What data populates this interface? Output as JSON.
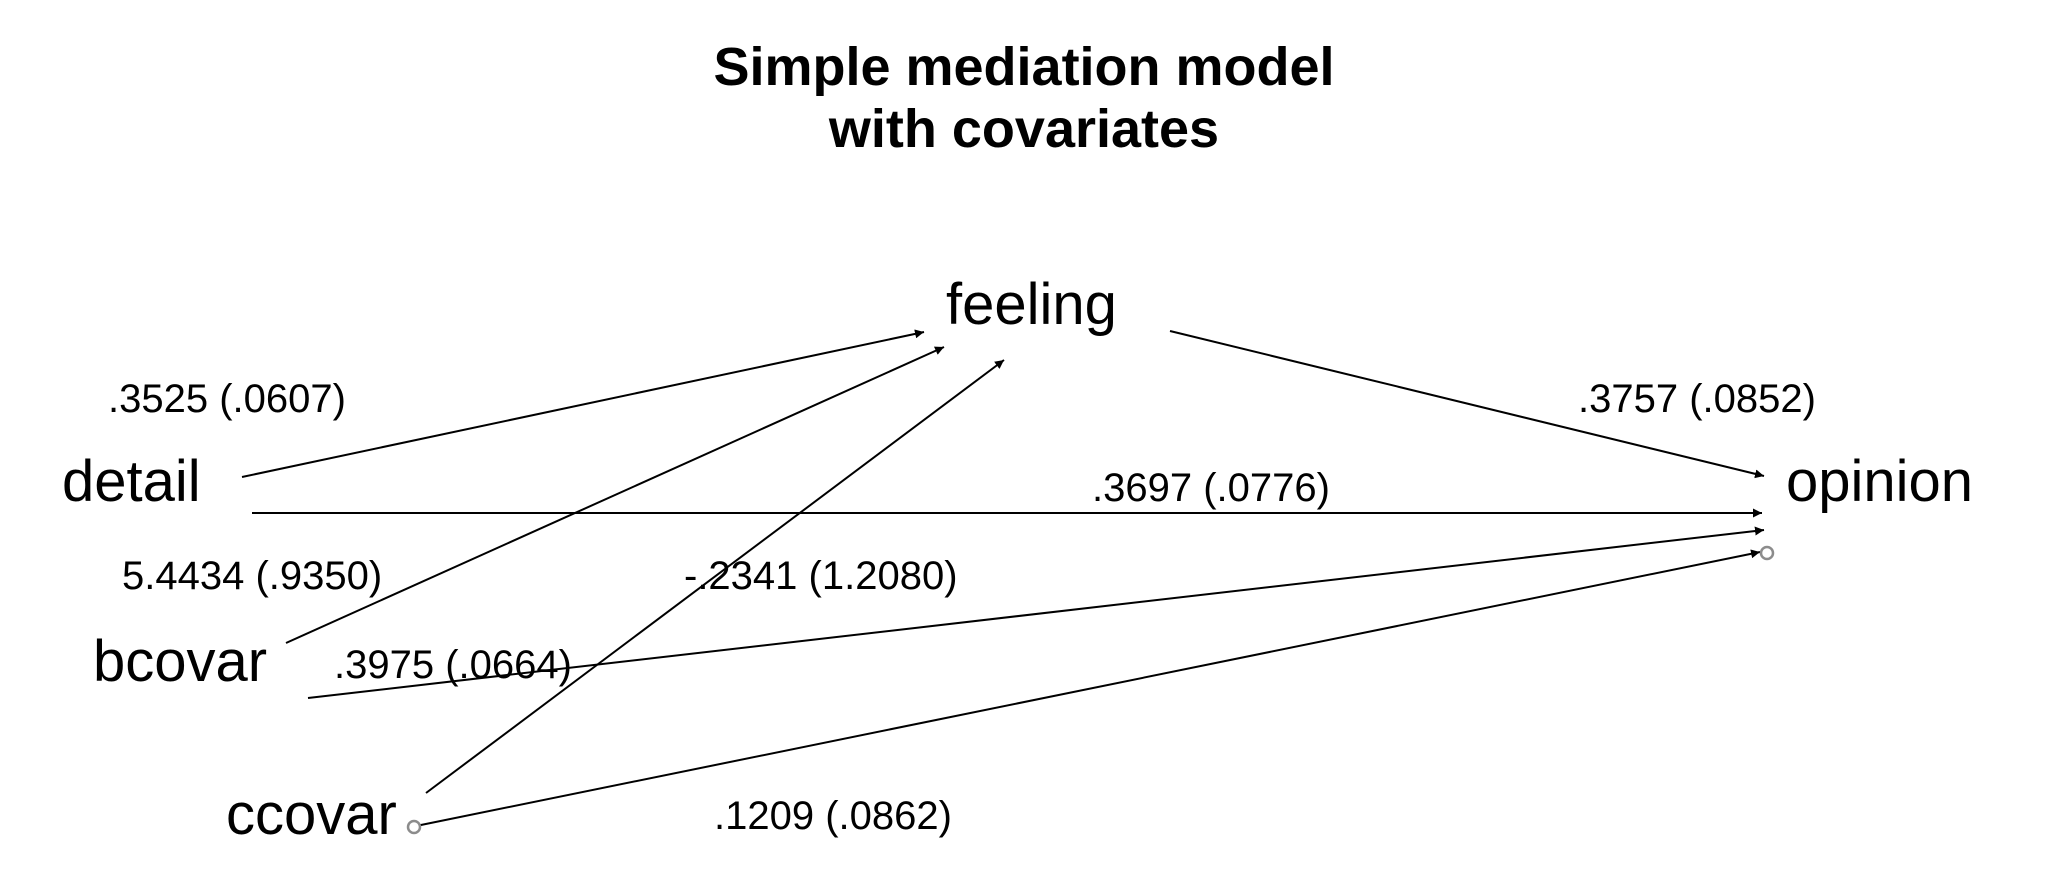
{
  "title": {
    "line1": "Simple mediation model",
    "line2": "with covariates"
  },
  "nodes": {
    "feeling": "feeling",
    "detail": "detail",
    "opinion": "opinion",
    "bcovar": "bcovar",
    "ccovar": "ccovar"
  },
  "coefficients": {
    "detail_to_feeling": ".3525 (.0607)",
    "feeling_to_opinion": ".3757 (.0852)",
    "detail_to_opinion": ".3697 (.0776)",
    "bcovar_to_feeling": "5.4434 (.9350)",
    "ccovar_to_feeling": "-.2341 (1.2080)",
    "bcovar_to_opinion": ".3975 (.0664)",
    "ccovar_to_opinion": ".1209 (.0862)"
  },
  "colors": {
    "text": "#000000",
    "arrow": "#000000",
    "handle": "#8c8c8c"
  }
}
